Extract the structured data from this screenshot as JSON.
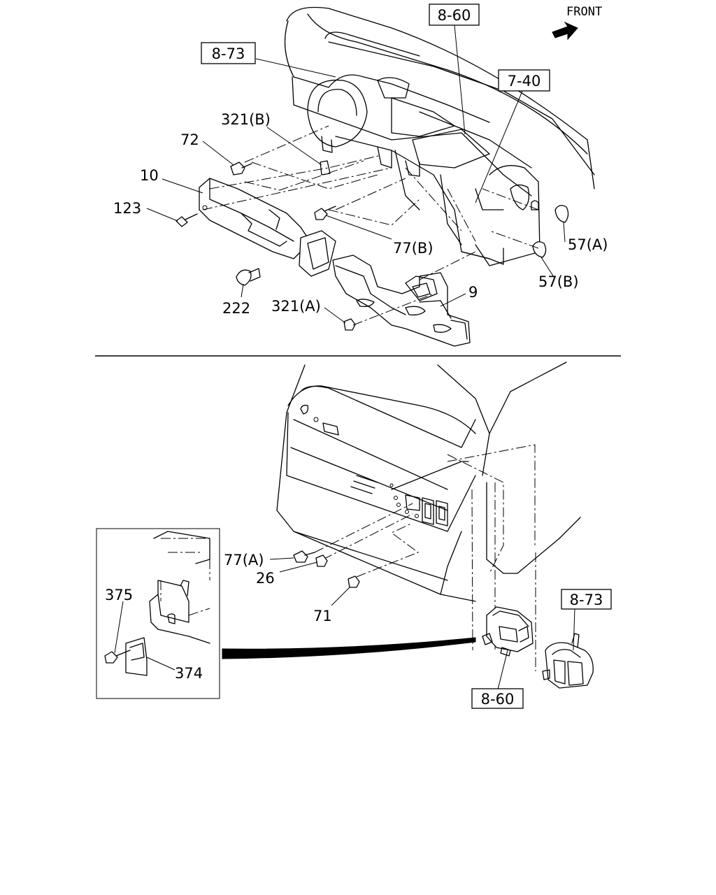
{
  "front_label": "FRONT",
  "labels": {
    "ref_8_60_top": "8-60",
    "ref_8_73_top": "8-73",
    "ref_7_40": "7-40",
    "p321b": "321(B)",
    "p72": "72",
    "p10": "10",
    "p123": "123",
    "p77b": "77(B)",
    "p57a": "57(A)",
    "p57b": "57(B)",
    "p222": "222",
    "p321a": "321(A)",
    "p9": "9",
    "p77a": "77(A)",
    "p26": "26",
    "p71": "71",
    "p375": "375",
    "p374": "374",
    "ref_8_73_bottom": "8-73",
    "ref_8_60_bottom": "8-60"
  }
}
